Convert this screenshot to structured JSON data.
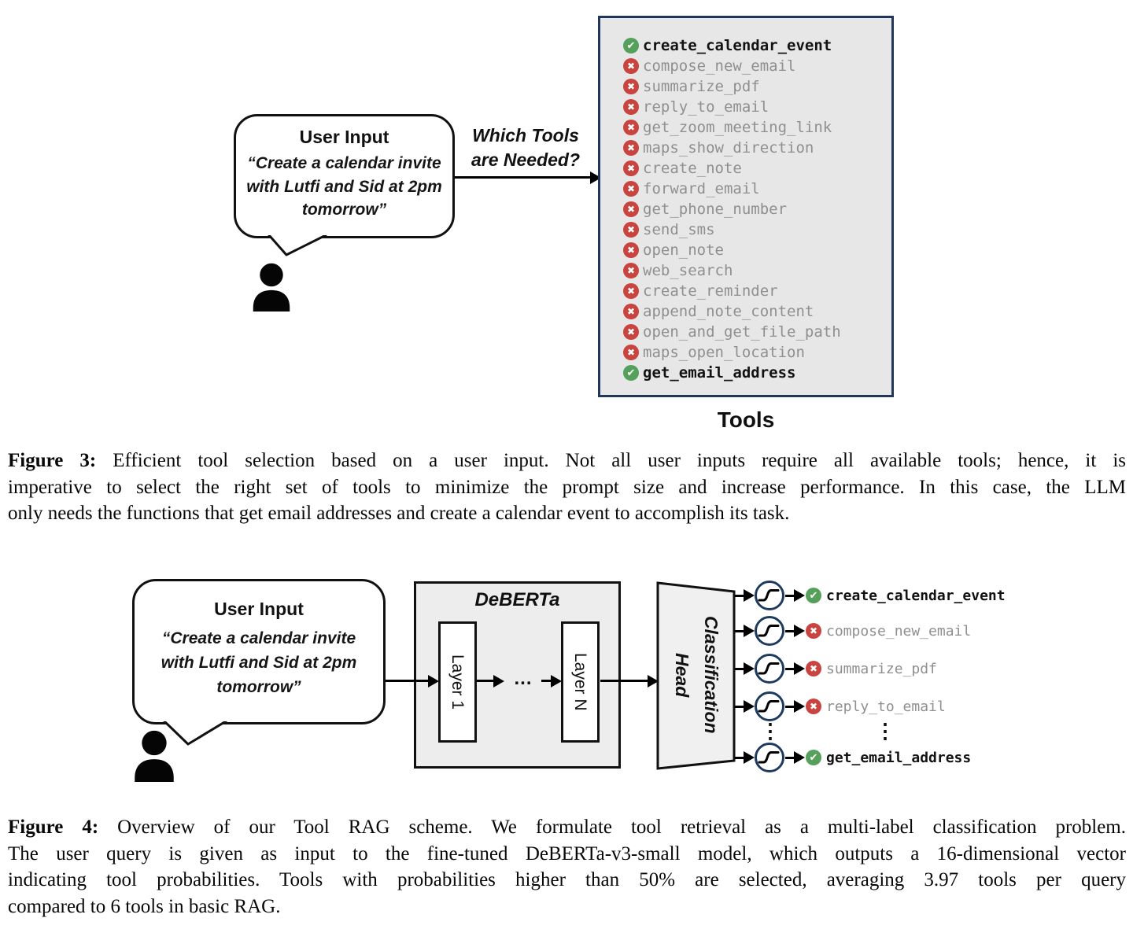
{
  "colors": {
    "selected_green": "#55a05a",
    "rejected_red": "#c9443f",
    "panel_border_navy": "#22365c",
    "sigmoid_ring_navy": "#1e3a5f",
    "panel_gray": "#e7e7e7",
    "muted_text_gray": "#8f8f8f"
  },
  "figure3": {
    "bubble": {
      "title": "User Input",
      "quote": [
        "“Create a calendar invite",
        "with Lutfi and Sid at 2pm",
        "tomorrow”"
      ]
    },
    "arrow_label": [
      "Which Tools",
      "are Needed?"
    ],
    "tools_title": "Tools",
    "tools": [
      {
        "name": "create_calendar_event",
        "status": "selected"
      },
      {
        "name": "compose_new_email",
        "status": "rejected"
      },
      {
        "name": "summarize_pdf",
        "status": "rejected"
      },
      {
        "name": "reply_to_email",
        "status": "rejected"
      },
      {
        "name": "get_zoom_meeting_link",
        "status": "rejected"
      },
      {
        "name": "maps_show_direction",
        "status": "rejected"
      },
      {
        "name": "create_note",
        "status": "rejected"
      },
      {
        "name": "forward_email",
        "status": "rejected"
      },
      {
        "name": "get_phone_number",
        "status": "rejected"
      },
      {
        "name": "send_sms",
        "status": "rejected"
      },
      {
        "name": "open_note",
        "status": "rejected"
      },
      {
        "name": "web_search",
        "status": "rejected"
      },
      {
        "name": "create_reminder",
        "status": "rejected"
      },
      {
        "name": "append_note_content",
        "status": "rejected"
      },
      {
        "name": "open_and_get_file_path",
        "status": "rejected"
      },
      {
        "name": "maps_open_location",
        "status": "rejected"
      },
      {
        "name": "get_email_address",
        "status": "selected"
      }
    ]
  },
  "figure3_caption": {
    "label": "Figure 3:",
    "line1": "Efficient tool selection based on a user input.  Not all user inputs require all available tools; hence, it is",
    "line2": "imperative to select the right set of tools to minimize the prompt size and increase performance. In this case, the LLM",
    "line3": "only needs the functions that get email addresses and create a calendar event to accomplish its task."
  },
  "figure4": {
    "bubble": {
      "title": "User Input",
      "quote": [
        "“Create a calendar invite",
        "with Lutfi and Sid at 2pm",
        "tomorrow”"
      ]
    },
    "deberta_title": "DeBERTa",
    "layer_first": "Layer 1",
    "layers_dots": "...",
    "layer_last": "Layer N",
    "head_lines": [
      "Classification",
      "Head"
    ],
    "ellipsis": "⋮",
    "outputs": [
      {
        "name": "create_calendar_event",
        "status": "selected"
      },
      {
        "name": "compose_new_email",
        "status": "rejected"
      },
      {
        "name": "summarize_pdf",
        "status": "rejected"
      },
      {
        "name": "reply_to_email",
        "status": "rejected"
      },
      {
        "name": "get_email_address",
        "status": "selected"
      }
    ]
  },
  "figure4_caption": {
    "label": "Figure 4:",
    "line1": "Overview of our Tool RAG scheme.  We formulate tool retrieval as a multi-label classification problem.",
    "line2": "The user query is given as input to the fine-tuned DeBERTa-v3-small model, which outputs a 16-dimensional vector",
    "line3": "indicating tool probabilities. Tools with probabilities higher than 50% are selected, averaging 3.97 tools per query",
    "line4": "compared to 6 tools in basic RAG."
  }
}
